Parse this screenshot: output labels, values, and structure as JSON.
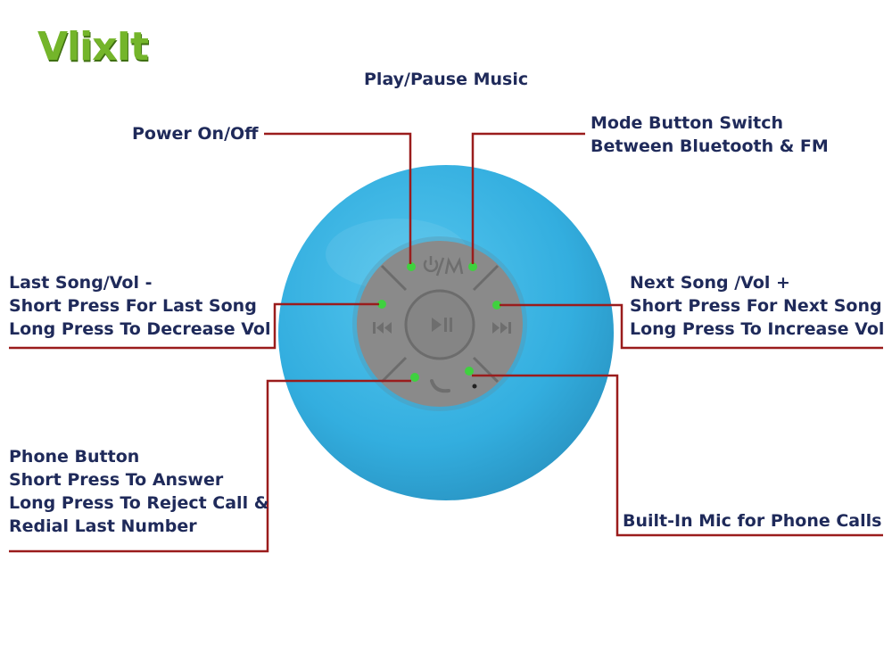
{
  "brand": {
    "logo_text": "VlixIt"
  },
  "labels": {
    "play_pause": "Play/Pause Music",
    "power": "Power On/Off",
    "mode": [
      "Mode Button Switch",
      "Between Bluetooth & FM"
    ],
    "last_song": [
      "Last Song/Vol -",
      "Short Press For Last Song",
      "Long Press To Decrease Vol"
    ],
    "next_song": [
      "Next Song /Vol +",
      "Short Press For Next Song",
      "Long Press To Increase Vol"
    ],
    "phone": [
      "Phone Button",
      "Short Press To Answer",
      "Long Press To Reject Call &",
      "Redial Last Number"
    ],
    "mic": "Built-In Mic for Phone Calls"
  },
  "button_icons": {
    "power_mode": "power-mode-icon",
    "previous": "previous-track-icon",
    "play_pause": "play-pause-icon",
    "next": "next-track-icon",
    "phone": "phone-icon"
  },
  "colors": {
    "speaker_body": "#38b3e2",
    "button_pad": "#8a8a8a",
    "indicator": "#3fd13f",
    "leader_line": "#9a1c1c",
    "label_text": "#1f2a5a",
    "logo": "#74b52a"
  }
}
